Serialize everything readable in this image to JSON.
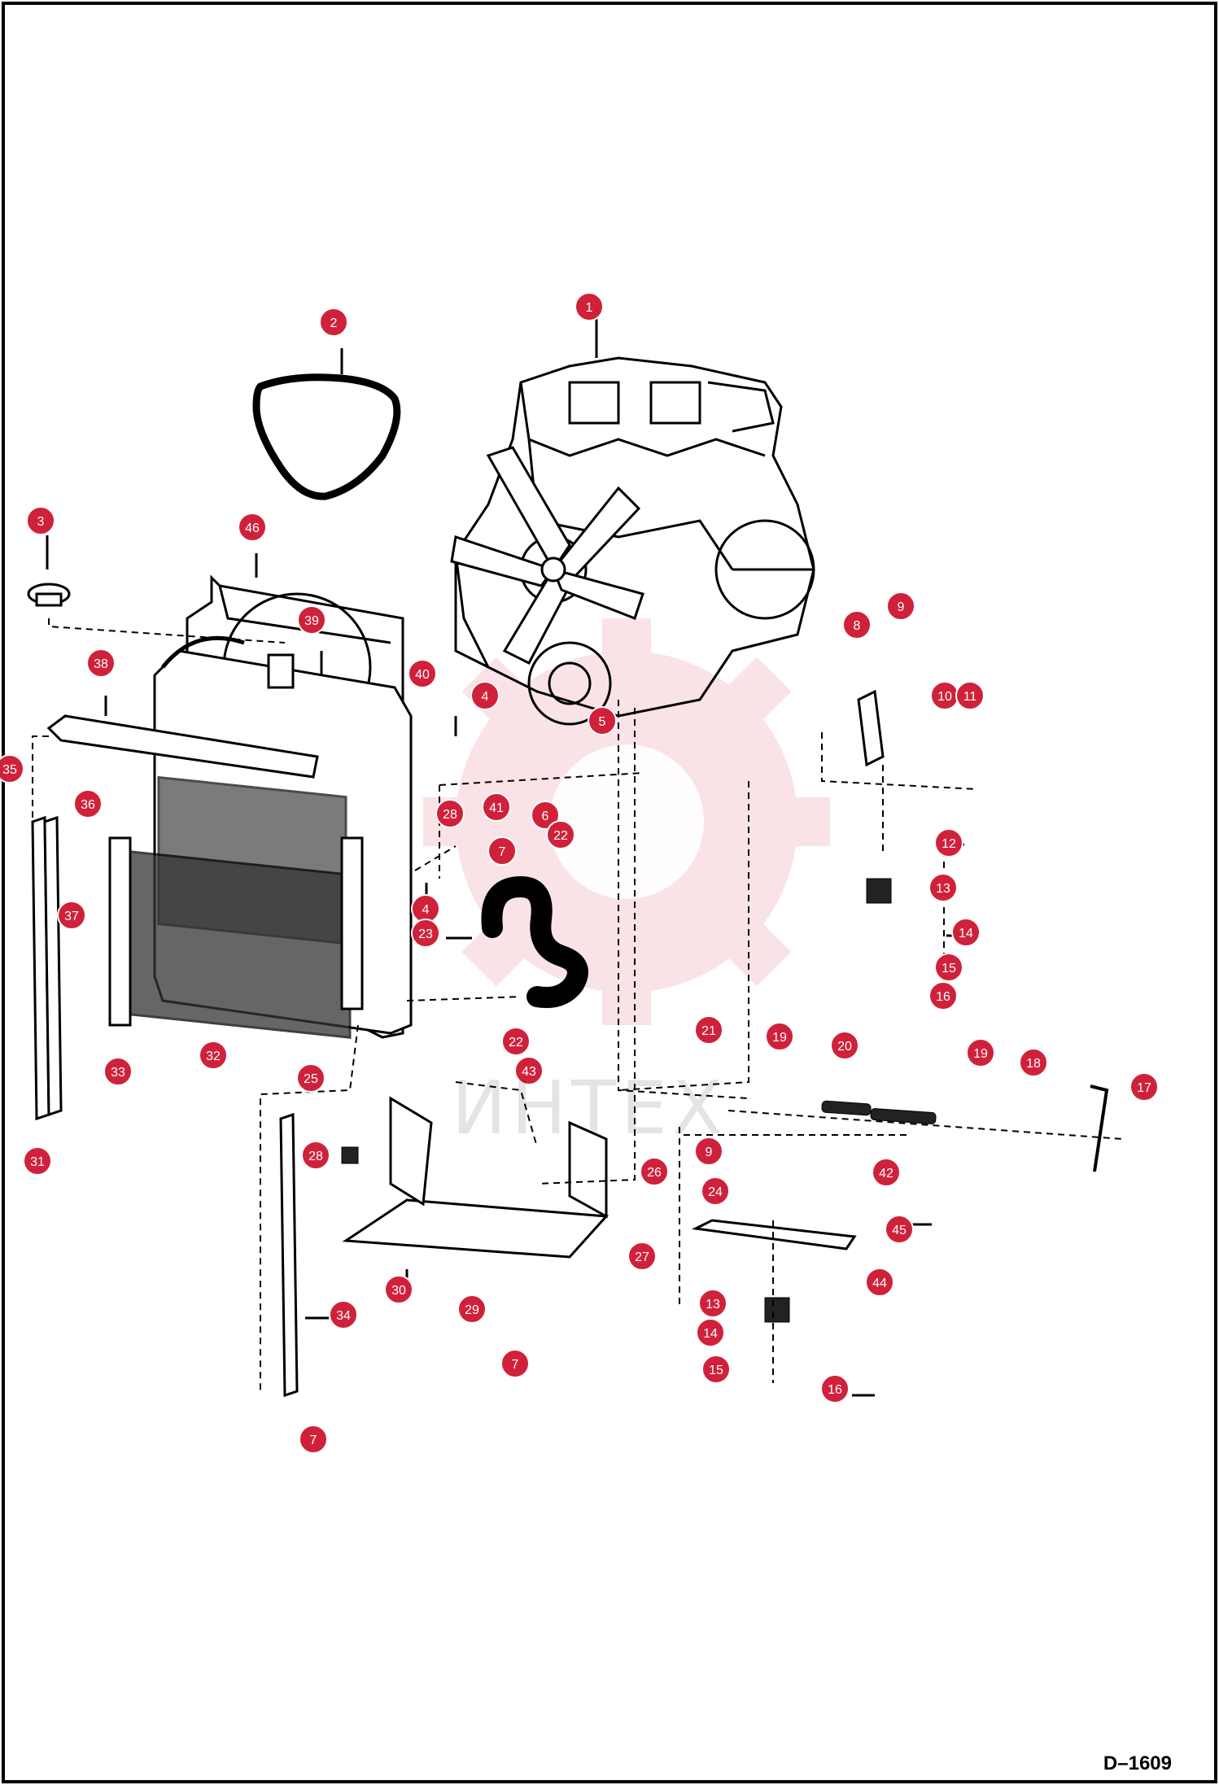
{
  "diagram": {
    "code": "D–1609",
    "watermark": "ИНТЕХ",
    "callout_color": "#d0213b",
    "callouts": [
      {
        "id": "c1",
        "n": "1"
      },
      {
        "id": "c2",
        "n": "2"
      },
      {
        "id": "c3",
        "n": "3"
      },
      {
        "id": "c46",
        "n": "46"
      },
      {
        "id": "c39",
        "n": "39"
      },
      {
        "id": "c38",
        "n": "38"
      },
      {
        "id": "c35",
        "n": "35"
      },
      {
        "id": "c36",
        "n": "36"
      },
      {
        "id": "c37",
        "n": "37"
      },
      {
        "id": "c40",
        "n": "40"
      },
      {
        "id": "c4a",
        "n": "4"
      },
      {
        "id": "c5",
        "n": "5"
      },
      {
        "id": "c28a",
        "n": "28"
      },
      {
        "id": "c41",
        "n": "41"
      },
      {
        "id": "c6",
        "n": "6"
      },
      {
        "id": "c22a",
        "n": "22"
      },
      {
        "id": "c7a",
        "n": "7"
      },
      {
        "id": "c4b",
        "n": "4"
      },
      {
        "id": "c23",
        "n": "23"
      },
      {
        "id": "c22b",
        "n": "22"
      },
      {
        "id": "c43",
        "n": "43"
      },
      {
        "id": "c32",
        "n": "32"
      },
      {
        "id": "c33",
        "n": "33"
      },
      {
        "id": "c25",
        "n": "25"
      },
      {
        "id": "c31",
        "n": "31"
      },
      {
        "id": "c28b",
        "n": "28"
      },
      {
        "id": "c30",
        "n": "30"
      },
      {
        "id": "c29",
        "n": "29"
      },
      {
        "id": "c7b",
        "n": "7"
      },
      {
        "id": "c34",
        "n": "34"
      },
      {
        "id": "c7c",
        "n": "7"
      },
      {
        "id": "c26",
        "n": "26"
      },
      {
        "id": "c27",
        "n": "27"
      },
      {
        "id": "c8",
        "n": "8"
      },
      {
        "id": "c9a",
        "n": "9"
      },
      {
        "id": "c10",
        "n": "10"
      },
      {
        "id": "c11",
        "n": "11"
      },
      {
        "id": "c12",
        "n": "12"
      },
      {
        "id": "c13a",
        "n": "13"
      },
      {
        "id": "c14a",
        "n": "14"
      },
      {
        "id": "c15a",
        "n": "15"
      },
      {
        "id": "c16a",
        "n": "16"
      },
      {
        "id": "c21",
        "n": "21"
      },
      {
        "id": "c19a",
        "n": "19"
      },
      {
        "id": "c20",
        "n": "20"
      },
      {
        "id": "c19b",
        "n": "19"
      },
      {
        "id": "c18",
        "n": "18"
      },
      {
        "id": "c17",
        "n": "17"
      },
      {
        "id": "c9b",
        "n": "9"
      },
      {
        "id": "c24",
        "n": "24"
      },
      {
        "id": "c42",
        "n": "42"
      },
      {
        "id": "c45",
        "n": "45"
      },
      {
        "id": "c44",
        "n": "44"
      },
      {
        "id": "c13b",
        "n": "13"
      },
      {
        "id": "c14b",
        "n": "14"
      },
      {
        "id": "c15b",
        "n": "15"
      },
      {
        "id": "c16b",
        "n": "16"
      }
    ]
  }
}
